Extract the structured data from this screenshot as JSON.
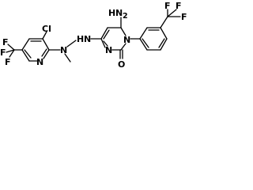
{
  "structure": {
    "labels": {
      "cl": "Cl",
      "cf3_left_f1": "F",
      "cf3_left_f2": "F",
      "cf3_left_f3": "F",
      "pyridine_n": "N",
      "hydrazine_n": "N",
      "hydrazine_nh_h": "H",
      "hydrazine_nh_n": "N",
      "amine_h2": "H",
      "amine_n": "N",
      "amine_sub2": "2",
      "ring_n1": "N",
      "ring_n3": "N",
      "carbonyl_o": "O",
      "cf3_right_f1": "F",
      "cf3_right_f2": "F",
      "cf3_right_f3": "F"
    },
    "colors": {
      "bond": "#000000",
      "text": "#000000",
      "background": "#ffffff"
    }
  }
}
